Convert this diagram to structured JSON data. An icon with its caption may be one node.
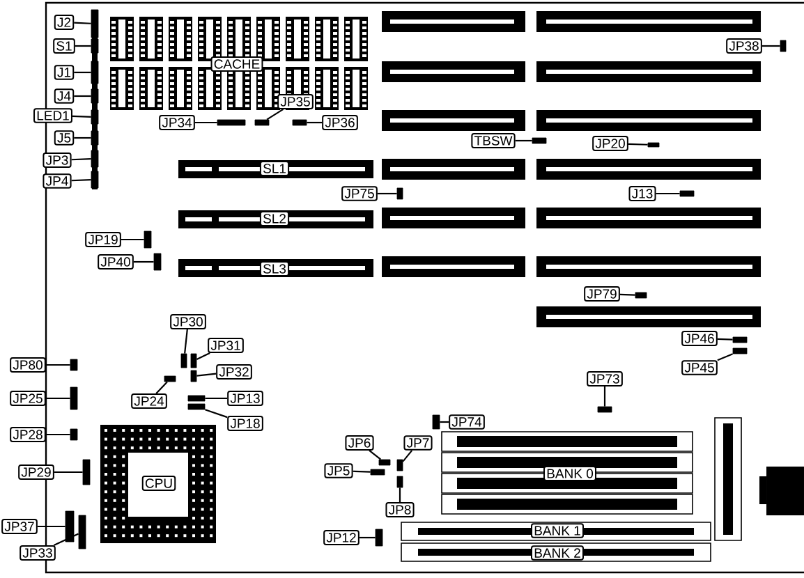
{
  "diagram": {
    "nodes": [
      {
        "text": [
          "J2"
        ]
      },
      {
        "text": [],
        "shape": "box"
      },
      {
        "text": [
          "S1"
        ]
      },
      {
        "text": [],
        "shape": "box"
      },
      {
        "text": [
          "J1"
        ]
      },
      {
        "text": [],
        "shape": "box"
      },
      {
        "text": [
          "J4"
        ]
      },
      {
        "text": [],
        "shape": "box"
      },
      {
        "text": [
          "LED1"
        ]
      },
      {
        "text": [],
        "shape": "box"
      },
      {
        "text": [
          "J5"
        ]
      },
      {
        "text": [],
        "shape": "box"
      },
      {
        "text": [
          "JP3"
        ]
      },
      {
        "text": [],
        "shape": "box"
      },
      {
        "text": [
          "JP4"
        ]
      },
      {
        "text": [],
        "shape": "box"
      },
      {
        "text": [
          "JP34"
        ]
      },
      {
        "text": [],
        "shape": "box"
      },
      {
        "text": [
          "JP35"
        ]
      },
      {
        "text": [],
        "shape": "box"
      },
      {
        "text": [
          "JP36"
        ]
      },
      {
        "text": [],
        "shape": "box"
      },
      {
        "text": [
          "JP38"
        ]
      },
      {
        "text": [],
        "shape": "box"
      },
      {
        "text": [
          "TBSW"
        ]
      },
      {
        "text": [],
        "shape": "box"
      },
      {
        "text": [
          "JP20"
        ]
      },
      {
        "text": [],
        "shape": "box"
      },
      {
        "text": [
          "JP75"
        ]
      },
      {
        "text": [],
        "shape": "box"
      },
      {
        "text": [
          "J13"
        ]
      },
      {
        "text": [],
        "shape": "box"
      },
      {
        "text": [
          "JP19"
        ]
      },
      {
        "text": [],
        "shape": "box"
      },
      {
        "text": [
          "JP40"
        ]
      },
      {
        "text": [],
        "shape": "box"
      },
      {
        "text": [
          "JP79"
        ]
      },
      {
        "text": [],
        "shape": "box"
      },
      {
        "text": [
          "JP30"
        ]
      },
      {
        "text": [],
        "shape": "box"
      },
      {
        "text": [
          "JP31"
        ]
      },
      {
        "text": [],
        "shape": "box"
      },
      {
        "text": [
          "JP32"
        ]
      },
      {
        "text": [],
        "shape": "box"
      },
      {
        "text": [
          "JP46"
        ]
      },
      {
        "text": [],
        "shape": "box"
      },
      {
        "text": [
          "JP45"
        ]
      },
      {
        "text": [],
        "shape": "box"
      },
      {
        "text": [
          "JP80"
        ]
      },
      {
        "text": [],
        "shape": "box"
      },
      {
        "text": [
          "JP24"
        ]
      },
      {
        "text": [],
        "shape": "box"
      },
      {
        "text": [
          "JP13"
        ]
      },
      {
        "text": [],
        "shape": "box"
      },
      {
        "text": [
          "JP18"
        ]
      },
      {
        "text": [],
        "shape": "box"
      },
      {
        "text": [
          "JP25"
        ]
      },
      {
        "text": [],
        "shape": "box"
      },
      {
        "text": [
          "JP73"
        ]
      },
      {
        "text": [],
        "shape": "box"
      },
      {
        "text": [
          "JP74"
        ]
      },
      {
        "text": [],
        "shape": "box"
      },
      {
        "text": [
          "JP28"
        ]
      },
      {
        "text": [],
        "shape": "box"
      },
      {
        "text": [
          "JP6"
        ]
      },
      {
        "text": [],
        "shape": "box"
      },
      {
        "text": [
          "JP7"
        ]
      },
      {
        "text": [],
        "shape": "box"
      },
      {
        "text": [
          "JP5"
        ]
      },
      {
        "text": [],
        "shape": "box"
      },
      {
        "text": [
          "JP29"
        ]
      },
      {
        "text": [],
        "shape": "box"
      },
      {
        "text": [
          "JP8"
        ]
      },
      {
        "text": [],
        "shape": "box"
      },
      {
        "text": [
          "JP37"
        ]
      },
      {
        "text": [],
        "shape": "box"
      },
      {
        "text": [
          "JP12"
        ]
      },
      {
        "text": [],
        "shape": "box"
      },
      {
        "text": [
          "JP33"
        ]
      },
      {
        "text": [],
        "shape": "box"
      },
      {
        "text": [
          "CACHE"
        ]
      },
      {
        "text": [
          "SL1"
        ]
      },
      {
        "text": [
          "SL2"
        ]
      },
      {
        "text": [
          "SL3"
        ]
      },
      {
        "text": [
          "CPU"
        ]
      },
      {
        "text": [
          "BANK 0"
        ]
      },
      {
        "text": [
          "BANK 1"
        ]
      },
      {
        "text": [
          "BANK 2"
        ]
      }
    ],
    "edges": [
      {
        "from": 0,
        "to": 1,
        "arrow": "none"
      },
      {
        "from": 2,
        "to": 3,
        "arrow": "none"
      },
      {
        "from": 4,
        "to": 5,
        "arrow": "none"
      },
      {
        "from": 6,
        "to": 7,
        "arrow": "none"
      },
      {
        "from": 8,
        "to": 9,
        "arrow": "none"
      },
      {
        "from": 10,
        "to": 11,
        "arrow": "none"
      },
      {
        "from": 12,
        "to": 13,
        "arrow": "none"
      },
      {
        "from": 14,
        "to": 15,
        "arrow": "none"
      },
      {
        "from": 16,
        "to": 17,
        "arrow": "none"
      },
      {
        "from": 18,
        "to": 19,
        "arrow": "none"
      },
      {
        "from": 20,
        "to": 21,
        "arrow": "none"
      },
      {
        "from": 22,
        "to": 23,
        "arrow": "none"
      },
      {
        "from": 24,
        "to": 25,
        "arrow": "none"
      },
      {
        "from": 26,
        "to": 27,
        "arrow": "none"
      },
      {
        "from": 28,
        "to": 29,
        "arrow": "none"
      },
      {
        "from": 30,
        "to": 31,
        "arrow": "none"
      },
      {
        "from": 32,
        "to": 33,
        "arrow": "none"
      },
      {
        "from": 34,
        "to": 35,
        "arrow": "none"
      },
      {
        "from": 36,
        "to": 37,
        "arrow": "none"
      },
      {
        "from": 38,
        "to": 39,
        "arrow": "none"
      },
      {
        "from": 40,
        "to": 41,
        "arrow": "none"
      },
      {
        "from": 42,
        "to": 43,
        "arrow": "none"
      },
      {
        "from": 44,
        "to": 45,
        "arrow": "none"
      },
      {
        "from": 46,
        "to": 47,
        "arrow": "none"
      },
      {
        "from": 48,
        "to": 49,
        "arrow": "none"
      },
      {
        "from": 50,
        "to": 51,
        "arrow": "none"
      },
      {
        "from": 52,
        "to": 53,
        "arrow": "none"
      },
      {
        "from": 54,
        "to": 55,
        "arrow": "none"
      },
      {
        "from": 56,
        "to": 57,
        "arrow": "none"
      },
      {
        "from": 58,
        "to": 59,
        "arrow": "none"
      },
      {
        "from": 60,
        "to": 61,
        "arrow": "none"
      },
      {
        "from": 62,
        "to": 63,
        "arrow": "none"
      },
      {
        "from": 64,
        "to": 65,
        "arrow": "none"
      },
      {
        "from": 66,
        "to": 67,
        "arrow": "none"
      },
      {
        "from": 68,
        "to": 69,
        "arrow": "none"
      },
      {
        "from": 70,
        "to": 71,
        "arrow": "none"
      },
      {
        "from": 72,
        "to": 73,
        "arrow": "none"
      },
      {
        "from": 74,
        "to": 75,
        "arrow": "none"
      },
      {
        "from": 76,
        "to": 77,
        "arrow": "none"
      },
      {
        "from": 78,
        "to": 79,
        "arrow": "none"
      }
    ]
  }
}
